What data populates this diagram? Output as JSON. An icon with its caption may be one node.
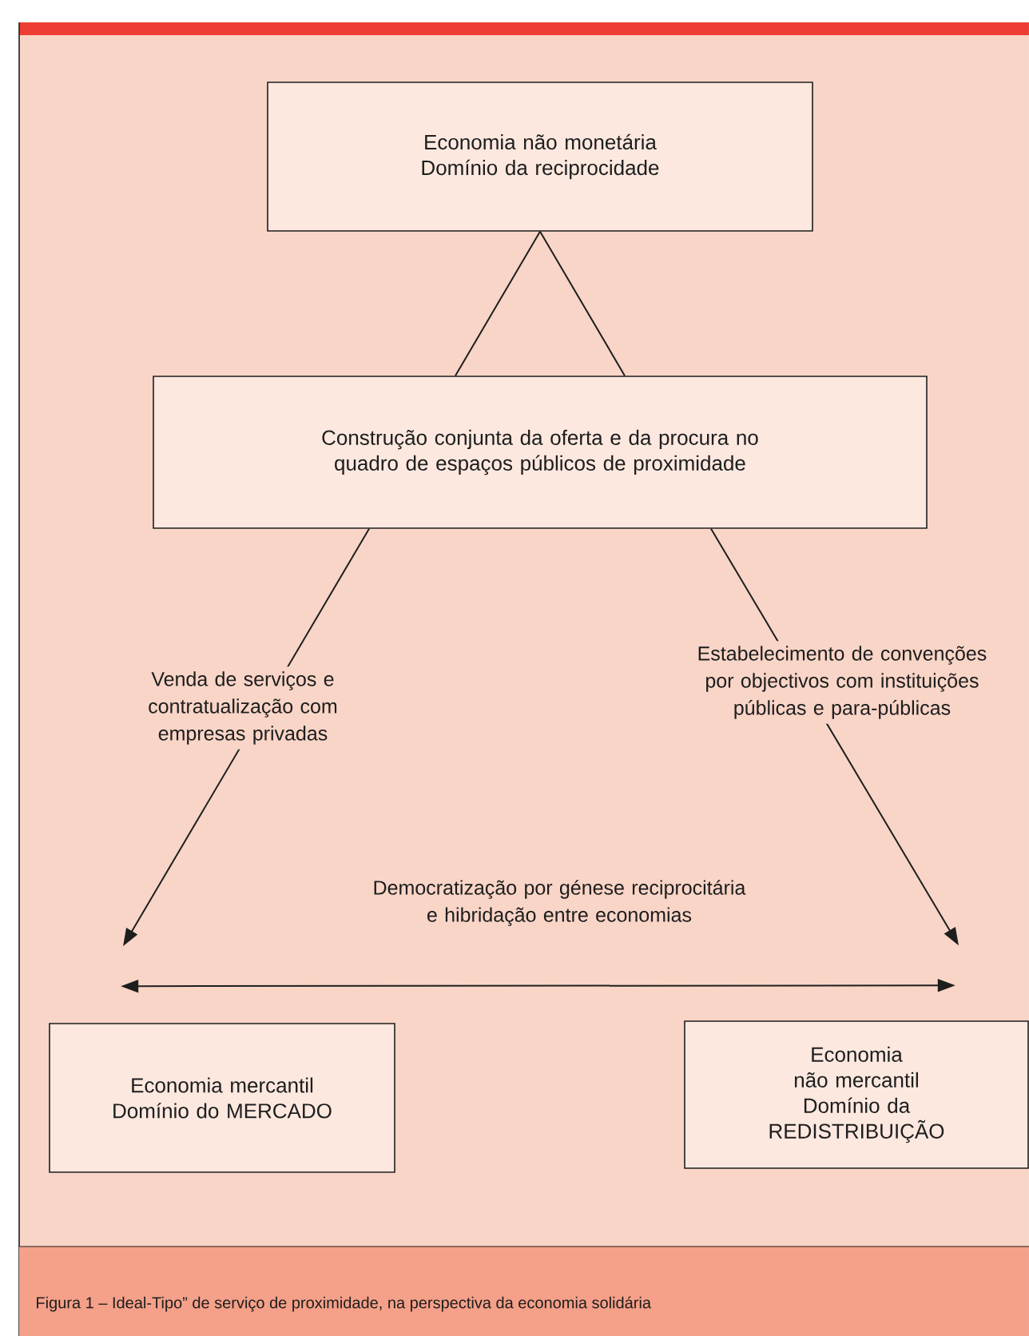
{
  "diagram": {
    "caption": "Figura 1 – Ideal-Tipo” de serviço de proximidade, na perspectiva da economia solidária",
    "nodes": [
      {
        "text": [
          "Economia não monetária",
          "Domínio da reciprocidade"
        ]
      },
      {
        "text": [
          "Construção conjunta da oferta e da procura no quadro de espaços públicos de proximidade"
        ]
      },
      {
        "text": [
          "Economia mercantil",
          "Domínio do MERCADO"
        ]
      },
      {
        "text": [
          "Economia não mercantil",
          "Domínio da REDISTRIBUIÇÃO"
        ]
      }
    ],
    "edges": [
      {
        "from": 0,
        "to": 1,
        "arrow": "none"
      },
      {
        "from": 0,
        "to": 1,
        "arrow": "none"
      },
      {
        "from": 1,
        "to": 2,
        "arrow": "to",
        "label": "Venda de serviços e contratualização com empresas privadas"
      },
      {
        "from": 1,
        "to": 3,
        "arrow": "to",
        "label": "Estabelecimento de convenções por objectivos com instituições públicas e para-públicas"
      },
      {
        "from": 2,
        "to": 3,
        "arrow": "both",
        "label": "Democratização por génese reciprocitária e hibridação entre economias"
      }
    ]
  }
}
